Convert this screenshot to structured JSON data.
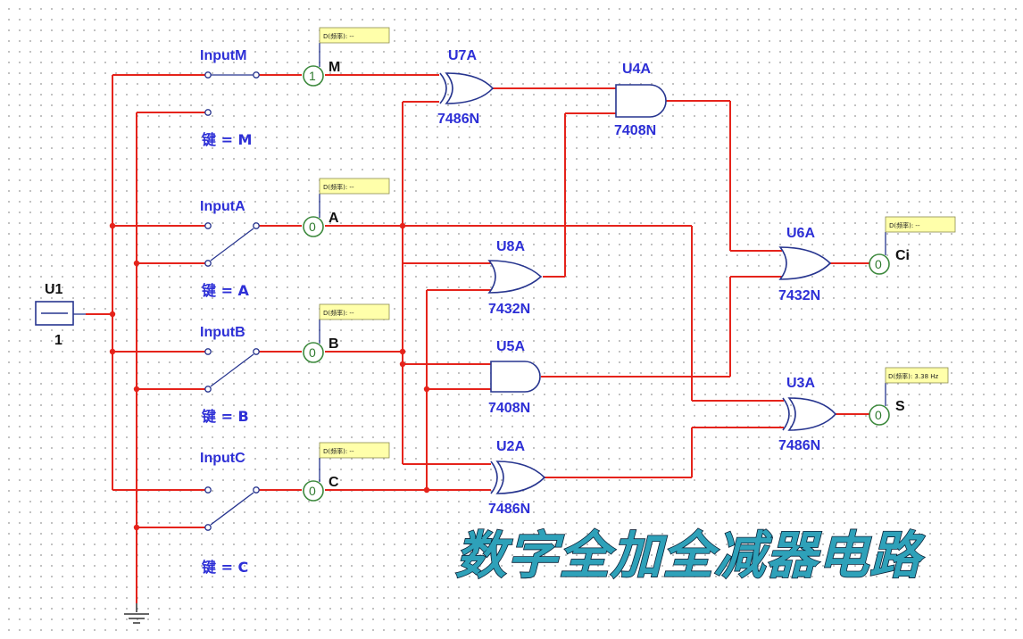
{
  "title": "数字全加全减器电路",
  "source": {
    "ref": "U1",
    "value": "1"
  },
  "switches": [
    {
      "name": "InputM",
      "key_label": "键 = M",
      "net": "M",
      "probe_value": "1",
      "probe_tag": "D(频率): --"
    },
    {
      "name": "InputA",
      "key_label": "键 = A",
      "net": "A",
      "probe_value": "0",
      "probe_tag": "D(频率): --"
    },
    {
      "name": "InputB",
      "key_label": "键 = B",
      "net": "B",
      "probe_value": "0",
      "probe_tag": "D(频率): --"
    },
    {
      "name": "InputC",
      "key_label": "键 = C",
      "net": "C",
      "probe_value": "0",
      "probe_tag": "D(频率): --"
    }
  ],
  "gates": [
    {
      "ref": "U7A",
      "part": "7486N",
      "type": "xor"
    },
    {
      "ref": "U4A",
      "part": "7408N",
      "type": "and"
    },
    {
      "ref": "U8A",
      "part": "7432N",
      "type": "or"
    },
    {
      "ref": "U5A",
      "part": "7408N",
      "type": "and"
    },
    {
      "ref": "U2A",
      "part": "7486N",
      "type": "xor"
    },
    {
      "ref": "U6A",
      "part": "7432N",
      "type": "or"
    },
    {
      "ref": "U3A",
      "part": "7486N",
      "type": "xor"
    }
  ],
  "outputs": [
    {
      "net": "Ci",
      "probe_value": "0",
      "probe_tag": "D(频率): --"
    },
    {
      "net": "S",
      "probe_value": "0",
      "probe_tag": "D(频率): 3.38 Hz"
    }
  ],
  "colors": {
    "wire": "#e5231b",
    "component": "#27358f",
    "label": "#2d2fd6",
    "probe": "#3e8a3e",
    "title_fill": "#2ea1b9",
    "title_stroke": "#0a1f35"
  },
  "icons": {
    "source": "dc-source-icon",
    "ground": "ground-icon",
    "probe": "probe-icon"
  }
}
